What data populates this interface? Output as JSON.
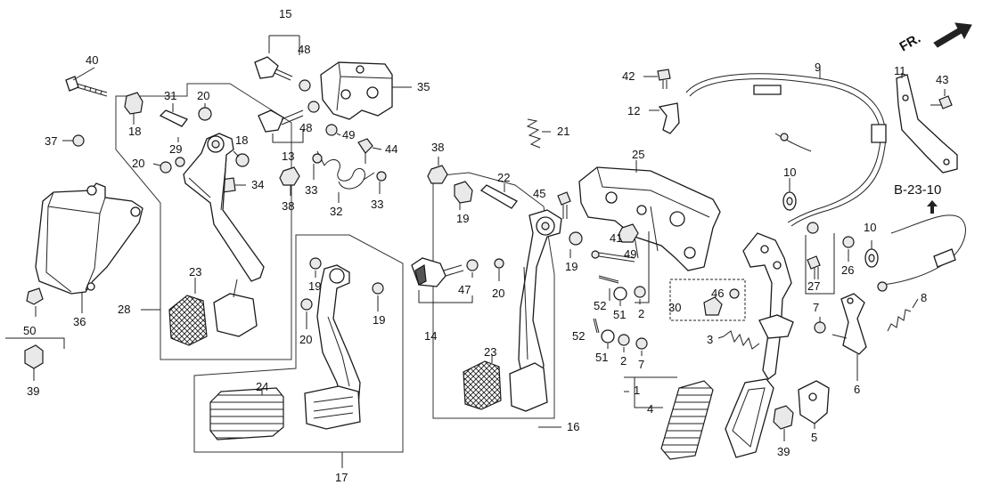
{
  "direction_label": "FR.",
  "reference_label": "B-23-10",
  "callouts": {
    "c1": "1",
    "c2a": "2",
    "c2b": "2",
    "c3": "3",
    "c4": "4",
    "c5": "5",
    "c6": "6",
    "c7a": "7",
    "c7b": "7",
    "c8": "8",
    "c9": "9",
    "c10a": "10",
    "c10b": "10",
    "c11": "11",
    "c12": "12",
    "c13": "13",
    "c14": "14",
    "c15": "15",
    "c16": "16",
    "c17": "17",
    "c18a": "18",
    "c18b": "18",
    "c19a": "19",
    "c19b": "19",
    "c19c": "19",
    "c19d": "19",
    "c20a": "20",
    "c20b": "20",
    "c20c": "20",
    "c20d": "20",
    "c21": "21",
    "c22": "22",
    "c23a": "23",
    "c23b": "23",
    "c24": "24",
    "c25": "25",
    "c26": "26",
    "c27": "27",
    "c28": "28",
    "c29": "29",
    "c30": "30",
    "c31": "31",
    "c32": "32",
    "c33a": "33",
    "c33b": "33",
    "c34": "34",
    "c35": "35",
    "c36": "36",
    "c37": "37",
    "c38a": "38",
    "c38b": "38",
    "c39a": "39",
    "c39b": "39",
    "c40": "40",
    "c41": "41",
    "c42": "42",
    "c43": "43",
    "c44": "44",
    "c45": "45",
    "c46": "46",
    "c47": "47",
    "c48a": "48",
    "c48b": "48",
    "c49a": "49",
    "c49b": "49",
    "c50": "50",
    "c51a": "51",
    "c51b": "51",
    "c52a": "52",
    "c52b": "52"
  }
}
